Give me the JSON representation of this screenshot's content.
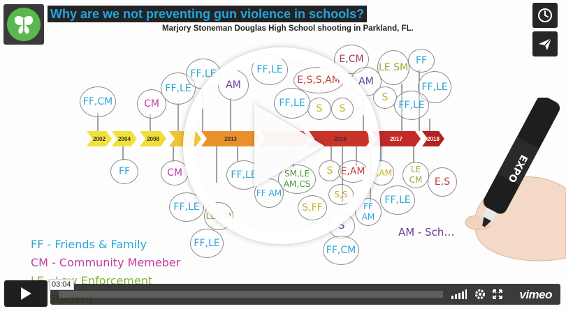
{
  "video": {
    "title": "Why are we not preventing gun violence in schools?",
    "subtitle_line1": "…s of information BEFORE the",
    "subtitle_line2": "Marjory Stoneman Douglas High School shooting in Parkland, FL."
  },
  "timeline_years": [
    "2002",
    "2004",
    "2008",
    "",
    "2013",
    "",
    "2016",
    "2017",
    "2018"
  ],
  "bubbles": [
    {
      "text": "FF,CM",
      "cls": "ff"
    },
    {
      "text": "CM",
      "cls": "cm"
    },
    {
      "text": "FF",
      "cls": "ff"
    },
    {
      "text": "FF,LE",
      "cls": "ff"
    },
    {
      "text": "FF,LE",
      "cls": "ff"
    },
    {
      "text": "FF,LE",
      "cls": "ff"
    },
    {
      "text": "AM",
      "cls": "am"
    },
    {
      "text": "E,CM",
      "cls": "e"
    },
    {
      "text": "LE SM",
      "cls": "le"
    },
    {
      "text": "FF",
      "cls": "ff"
    },
    {
      "text": "E,S,S,AM",
      "cls": "es"
    },
    {
      "text": "AM",
      "cls": "am"
    },
    {
      "text": "FF,LE",
      "cls": "ff"
    },
    {
      "text": "FF,LE",
      "cls": "ff"
    },
    {
      "text": "S",
      "cls": "s"
    },
    {
      "text": "S",
      "cls": "s"
    },
    {
      "text": "S",
      "cls": "s"
    },
    {
      "text": "FF,LE",
      "cls": "ff"
    },
    {
      "text": "CM",
      "cls": "cm"
    },
    {
      "text": "FF,LE",
      "cls": "ff"
    },
    {
      "text": "SM,LE AM,CS",
      "cls": "sm"
    },
    {
      "text": "S",
      "cls": "s"
    },
    {
      "text": "E,AM",
      "cls": "es"
    },
    {
      "text": "S,AM",
      "cls": "s"
    },
    {
      "text": "LE CM",
      "cls": "le"
    },
    {
      "text": "E,S",
      "cls": "es"
    },
    {
      "text": "FF AM",
      "cls": "ff"
    },
    {
      "text": "S,S",
      "cls": "s"
    },
    {
      "text": "FF,LE",
      "cls": "ff"
    },
    {
      "text": "FF,LE",
      "cls": "ff"
    },
    {
      "text": "LE CM",
      "cls": "le"
    },
    {
      "text": "S,FF",
      "cls": "s"
    },
    {
      "text": "FF AM",
      "cls": "ff"
    },
    {
      "text": "S",
      "cls": "am"
    },
    {
      "text": "FF,LE",
      "cls": "ff"
    },
    {
      "text": "FF,CM",
      "cls": "ff"
    }
  ],
  "legend": [
    {
      "text": "FF - Friends & Family",
      "cls": "ff"
    },
    {
      "text": "CM - Community Memeber",
      "cls": "cm"
    },
    {
      "text": "LE - Law Enforcement",
      "cls": "le"
    },
    {
      "text": "S - Student",
      "cls": "s"
    }
  ],
  "am_label": "AM - Sch…",
  "controls": {
    "timecode": "03:04",
    "brand": "vimeo"
  },
  "colors": {
    "accent": "#21a5e0",
    "logo_green": "#59b84f",
    "bar_bg": "#1f1f1f"
  },
  "icons": {
    "watch_later": "clock-icon",
    "share": "paper-plane-icon",
    "play": "play-icon",
    "volume": "volume-bars-icon",
    "settings": "gear-icon",
    "fullscreen": "fullscreen-icon"
  }
}
